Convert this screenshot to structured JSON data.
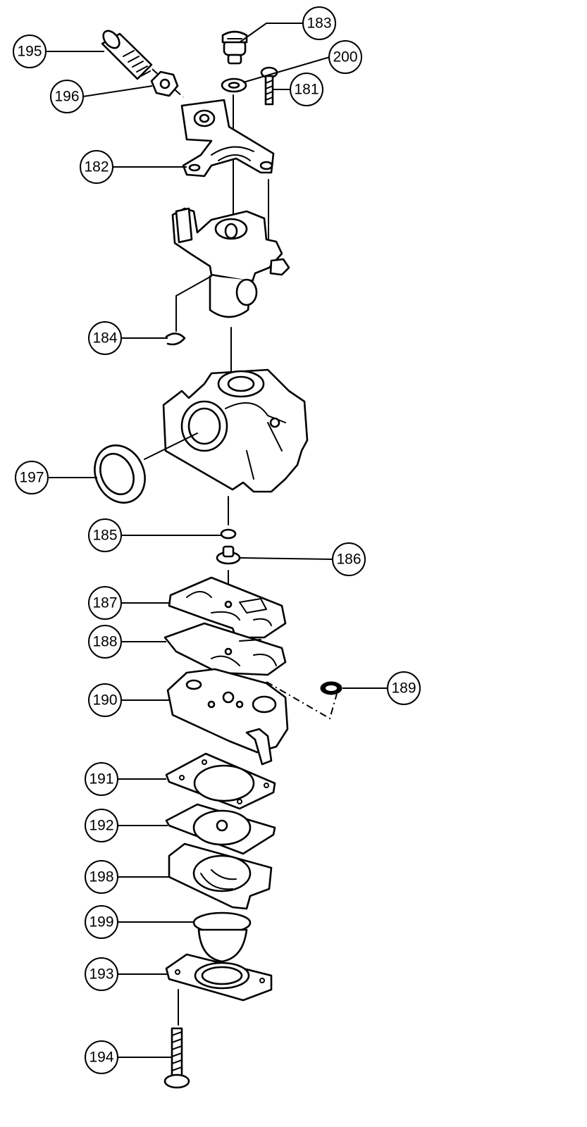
{
  "diagram": {
    "labels": {
      "p183": "183",
      "p195": "195",
      "p200": "200",
      "p181": "181",
      "p196": "196",
      "p182": "182",
      "p184": "184",
      "p197": "197",
      "p185": "185",
      "p186": "186",
      "p187": "187",
      "p188": "188",
      "p189": "189",
      "p190": "190",
      "p191": "191",
      "p192": "192",
      "p198": "198",
      "p199": "199",
      "p193": "193",
      "p194": "194"
    }
  }
}
